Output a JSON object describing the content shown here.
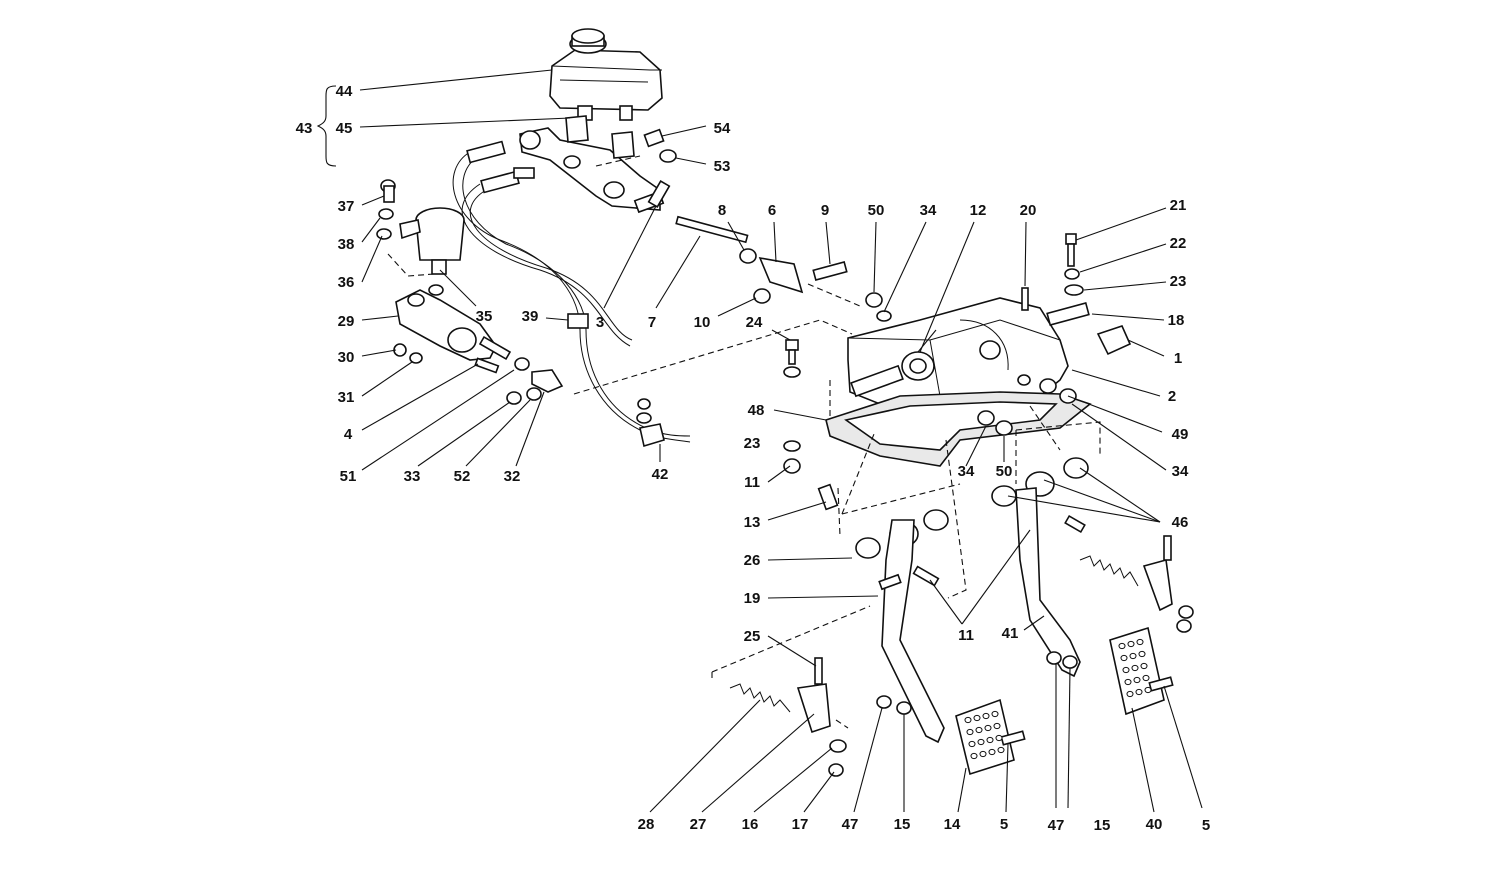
{
  "diagram": {
    "labels": [
      "44",
      "45",
      "43",
      "54",
      "53",
      "37",
      "38",
      "36",
      "29",
      "30",
      "31",
      "4",
      "51",
      "33",
      "52",
      "32",
      "35",
      "39",
      "3",
      "7",
      "8",
      "6",
      "9",
      "10",
      "24",
      "50",
      "34",
      "12",
      "20",
      "21",
      "22",
      "23",
      "18",
      "1",
      "2",
      "48",
      "49",
      "11",
      "13",
      "46",
      "26",
      "19",
      "25",
      "28",
      "27",
      "16",
      "17",
      "47",
      "15",
      "14",
      "5",
      "40",
      "41",
      "42"
    ]
  }
}
